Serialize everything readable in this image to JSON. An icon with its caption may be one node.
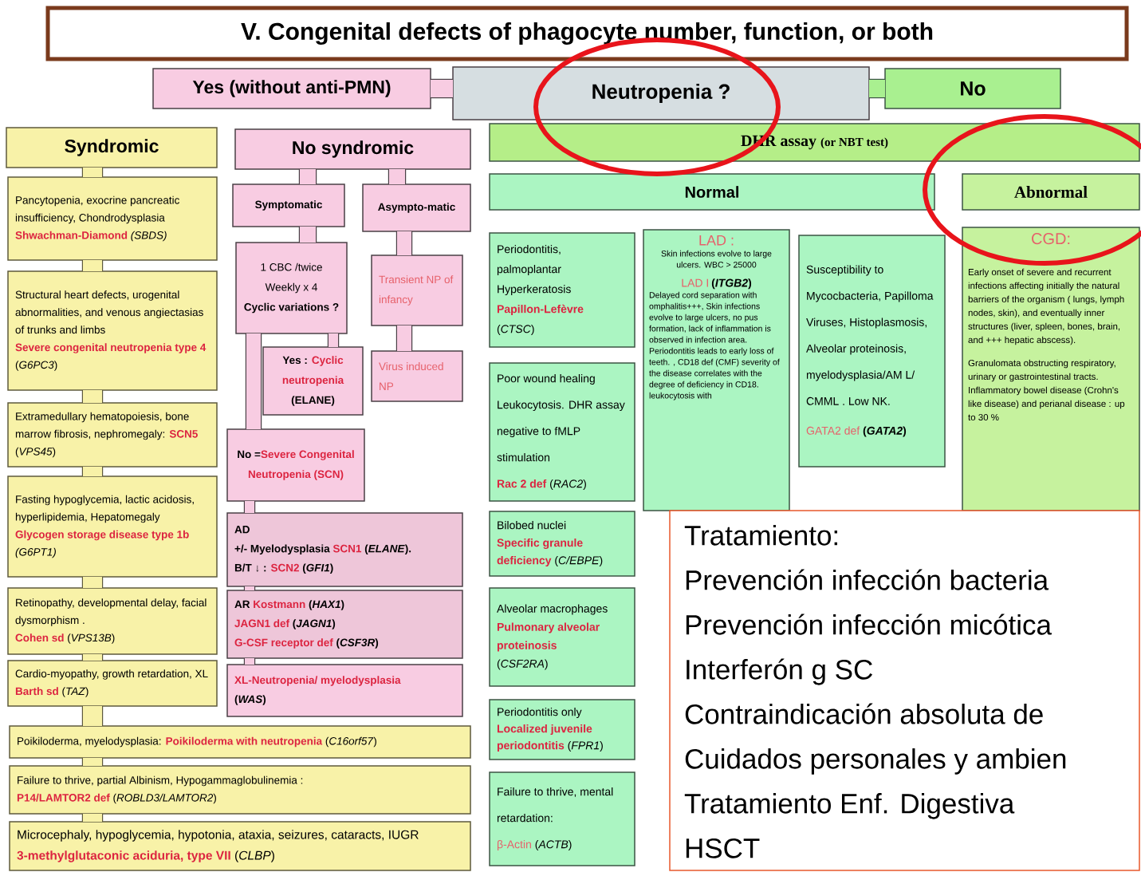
{
  "diagram": {
    "nodes": [
      {
        "text": [
          "V. Congenital defects of phagocyte number, function, or both"
        ]
      },
      {
        "text": [
          "Yes (without anti-PMN)"
        ]
      },
      {
        "text": [
          "Neutropenia ?"
        ]
      },
      {
        "text": [
          "No"
        ]
      },
      {
        "text": [
          "Syndromic"
        ]
      },
      {
        "text": [
          "No syndromic"
        ]
      },
      {
        "text": [
          "DHR assay",
          "(or NBT test)"
        ]
      },
      {
        "text": [
          "Normal"
        ]
      },
      {
        "text": [
          "Abnormal"
        ]
      },
      {
        "text": [
          "Pancytopenia, exocrine pancreatic insufficiency, Chondrodysplasia",
          "Shwachman-Diamond",
          "*(SBDS)*"
        ]
      },
      {
        "text": [
          "Structural heart defects, urogenital abnormalities, and venous angiectasias of trunks and limbs",
          "Severe congenital neutropenia type 4",
          "(*G6PC3*)"
        ]
      },
      {
        "text": [
          "Extramedullary hematopoiesis, bone marrow fibrosis, nephromegaly:",
          "SCN5",
          "(*VPS45*)"
        ]
      },
      {
        "text": [
          "Fasting hypoglycemia, lactic acidosis, hyperlipidemia, Hepatomegaly",
          "Glycogen storage disease type 1b",
          "*(G6PT1)*"
        ]
      },
      {
        "text": [
          "Retinopathy, developmental delay, facial dysmorphism .",
          "Cohen sd",
          "(*VPS13B*)"
        ]
      },
      {
        "text": [
          "Cardio-myopathy, growth retardation, XL",
          "Barth sd",
          "(*TAZ*)"
        ]
      },
      {
        "text": [
          "Poikiloderma, myelodysplasia:",
          "Poikiloderma with neutropenia",
          "(*C16orf57*)"
        ]
      },
      {
        "text": [
          "Failure to thrive, partial Albinism, Hypogammaglobulinemia :",
          "P14/LAMTOR2 def",
          "(*ROBLD3/LAMTOR2*)"
        ]
      },
      {
        "text": [
          "Microcephaly, hypoglycemia, hypotonia, ataxia, seizures, cataracts, IUGR",
          "3-methylglutaconic aciduria, type VII",
          "(*CLBP*)"
        ]
      },
      {
        "text": [
          "Symptomatic"
        ]
      },
      {
        "text": [
          "Asympto-matic"
        ]
      },
      {
        "text": [
          "1 CBC /twice Weekly x 4",
          "Cyclic variations ?"
        ]
      },
      {
        "text": [
          "Transient NP of infancy"
        ]
      },
      {
        "text": [
          "Yes :",
          "Cyclic neutropenia",
          "(ELANE)"
        ]
      },
      {
        "text": [
          "Virus induced NP"
        ]
      },
      {
        "text": [
          "No =",
          "Severe Congenital Neutropenia (SCN)"
        ]
      },
      {
        "text": [
          "AD",
          "+/- Myelodysplasia",
          "SCN1",
          "(*ELANE*).",
          "B/T ↓ :",
          "SCN2",
          "(*GFI1*)"
        ]
      },
      {
        "text": [
          "AR",
          "Kostmann",
          "(*HAX1*)",
          "JAGN1 def",
          "(*JAGN1*)",
          "G-CSF receptor def",
          "(*CSF3R*)"
        ]
      },
      {
        "text": [
          "XL-Neutropenia/ myelodysplasia",
          "(*WAS*)"
        ]
      },
      {
        "text": [
          "Periodontitis, palmoplantar Hyperkeratosis",
          "Papillon-Lefèvre",
          "(*CTSC*)"
        ]
      },
      {
        "text": [
          "LAD :",
          "Skin infections evolve to large ulcers. WBC > 25000",
          "LAD I",
          "(*ITGB2*)",
          "Delayed cord separation with omphalitis+++, Skin infections evolve to large ulcers, no pus formation, lack of inflammation is observed in infection area. Periodontitis leads to early loss of teeth. , CD18 def (CMF) severity of the disease correlates with the degree of deficiency in CD18. leukocytosis with"
        ]
      },
      {
        "text": [
          "Susceptibility to Mycocbacteria, Papilloma Viruses, Histoplasmosis, Alveolar proteinosis, myelodysplasia/AM L/ CMML . Low NK.",
          "GATA2 def",
          "(*GATA2*)"
        ]
      },
      {
        "text": [
          "CGD:",
          "Early onset of severe and recurrent infections affecting initially the natural barriers of the organism ( lungs, lymph nodes, skin), and eventually inner structures (liver, spleen, bones, brain, and +++ hepatic abscess).",
          "Granulomata obstructing respiratory, urinary or gastrointestinal tracts. Inflammatory bowel disease (Crohn's like disease) and perianal disease : up to 30 %"
        ]
      },
      {
        "text": [
          "Poor wound healing Leukocytosis. DHR assay negative to fMLP stimulation",
          "Rac 2 def",
          "(*RAC2*)"
        ]
      },
      {
        "text": [
          "Bilobed nuclei",
          "Specific granule deficiency",
          "(*C/EBPE*)"
        ]
      },
      {
        "text": [
          "Alveolar macrophages",
          "Pulmonary alveolar proteinosis",
          "(*CSF2RA*)"
        ]
      },
      {
        "text": [
          "Periodontitis only",
          "Localized juvenile periodontitis",
          "(*FPR1*)"
        ]
      },
      {
        "text": [
          "Failure to thrive, mental retardation:",
          "β-Actin",
          "(*ACTB*)"
        ]
      },
      {
        "text": [
          "Tratamiento:",
          "Prevención infección bacteria",
          "Prevención infección micótica",
          "Interferón g SC",
          "Contraindicación absoluta de",
          "Cuidados personales y ambien",
          "Tratamiento Enf. Digestiva",
          "HSCT"
        ]
      }
    ],
    "edges": [
      {
        "from": 1,
        "to": 2,
        "arrow": "none"
      },
      {
        "from": 2,
        "to": 3,
        "arrow": "none"
      },
      {
        "from": 4,
        "to": 9,
        "arrow": "none"
      },
      {
        "from": 9,
        "to": 10,
        "arrow": "none"
      },
      {
        "from": 10,
        "to": 11,
        "arrow": "none"
      },
      {
        "from": 11,
        "to": 12,
        "arrow": "none"
      },
      {
        "from": 12,
        "to": 13,
        "arrow": "none"
      },
      {
        "from": 13,
        "to": 14,
        "arrow": "none"
      },
      {
        "from": 14,
        "to": 15,
        "arrow": "none"
      },
      {
        "from": 15,
        "to": 16,
        "arrow": "none"
      },
      {
        "from": 16,
        "to": 17,
        "arrow": "none"
      },
      {
        "from": 5,
        "to": 18,
        "arrow": "none"
      },
      {
        "from": 5,
        "to": 19,
        "arrow": "none"
      },
      {
        "from": 18,
        "to": 20,
        "arrow": "none"
      },
      {
        "from": 19,
        "to": 21,
        "arrow": "none"
      },
      {
        "from": 21,
        "to": 23,
        "arrow": "none"
      },
      {
        "from": 20,
        "to": 22,
        "arrow": "none"
      },
      {
        "from": 20,
        "to": 24,
        "arrow": "none"
      },
      {
        "from": 24,
        "to": 25,
        "arrow": "none"
      },
      {
        "from": 25,
        "to": 26,
        "arrow": "none"
      },
      {
        "from": 26,
        "to": 27,
        "arrow": "none"
      }
    ]
  }
}
